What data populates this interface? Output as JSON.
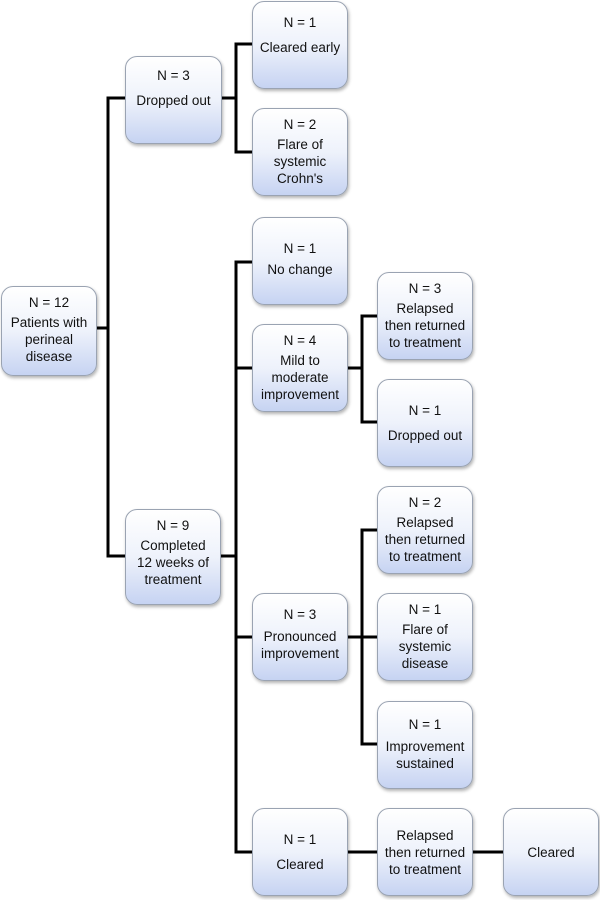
{
  "diagram": {
    "line_color": "#000000",
    "box_border_color": "#9aa3b2",
    "box_gradient_top": "#ffffff",
    "box_gradient_bottom": "#c6d3f2",
    "root": {
      "n": "N = 12",
      "label": "Patients with\nperineal\ndisease"
    },
    "dropped_out": {
      "n": "N = 3",
      "label": "Dropped out",
      "cleared_early": {
        "n": "N = 1",
        "label": "Cleared early"
      },
      "flare_crohns": {
        "n": "N = 2",
        "label": "Flare of\nsystemic\nCrohn's"
      }
    },
    "completed": {
      "n": "N = 9",
      "label": "Completed\n12 weeks of\ntreatment",
      "no_change": {
        "n": "N = 1",
        "label": "No change"
      },
      "mild": {
        "n": "N = 4",
        "label": "Mild to\nmoderate\nimprovement",
        "relapsed": {
          "n": "N = 3",
          "label": "Relapsed\nthen returned\nto treatment"
        },
        "dropped_out": {
          "n": "N = 1",
          "label": "Dropped out"
        }
      },
      "pronounced": {
        "n": "N = 3",
        "label": "Pronounced\nimprovement",
        "relapsed": {
          "n": "N = 2",
          "label": "Relapsed\nthen returned\nto treatment"
        },
        "flare": {
          "n": "N = 1",
          "label": "Flare of\nsystemic\ndisease"
        },
        "sustained": {
          "n": "N = 1",
          "label": "Improvement\nsustained"
        }
      },
      "cleared": {
        "n": "N = 1",
        "label": "Cleared",
        "relapsed": {
          "label": "Relapsed\nthen returned\nto treatment"
        },
        "final_cleared": {
          "label": "Cleared"
        }
      }
    }
  }
}
